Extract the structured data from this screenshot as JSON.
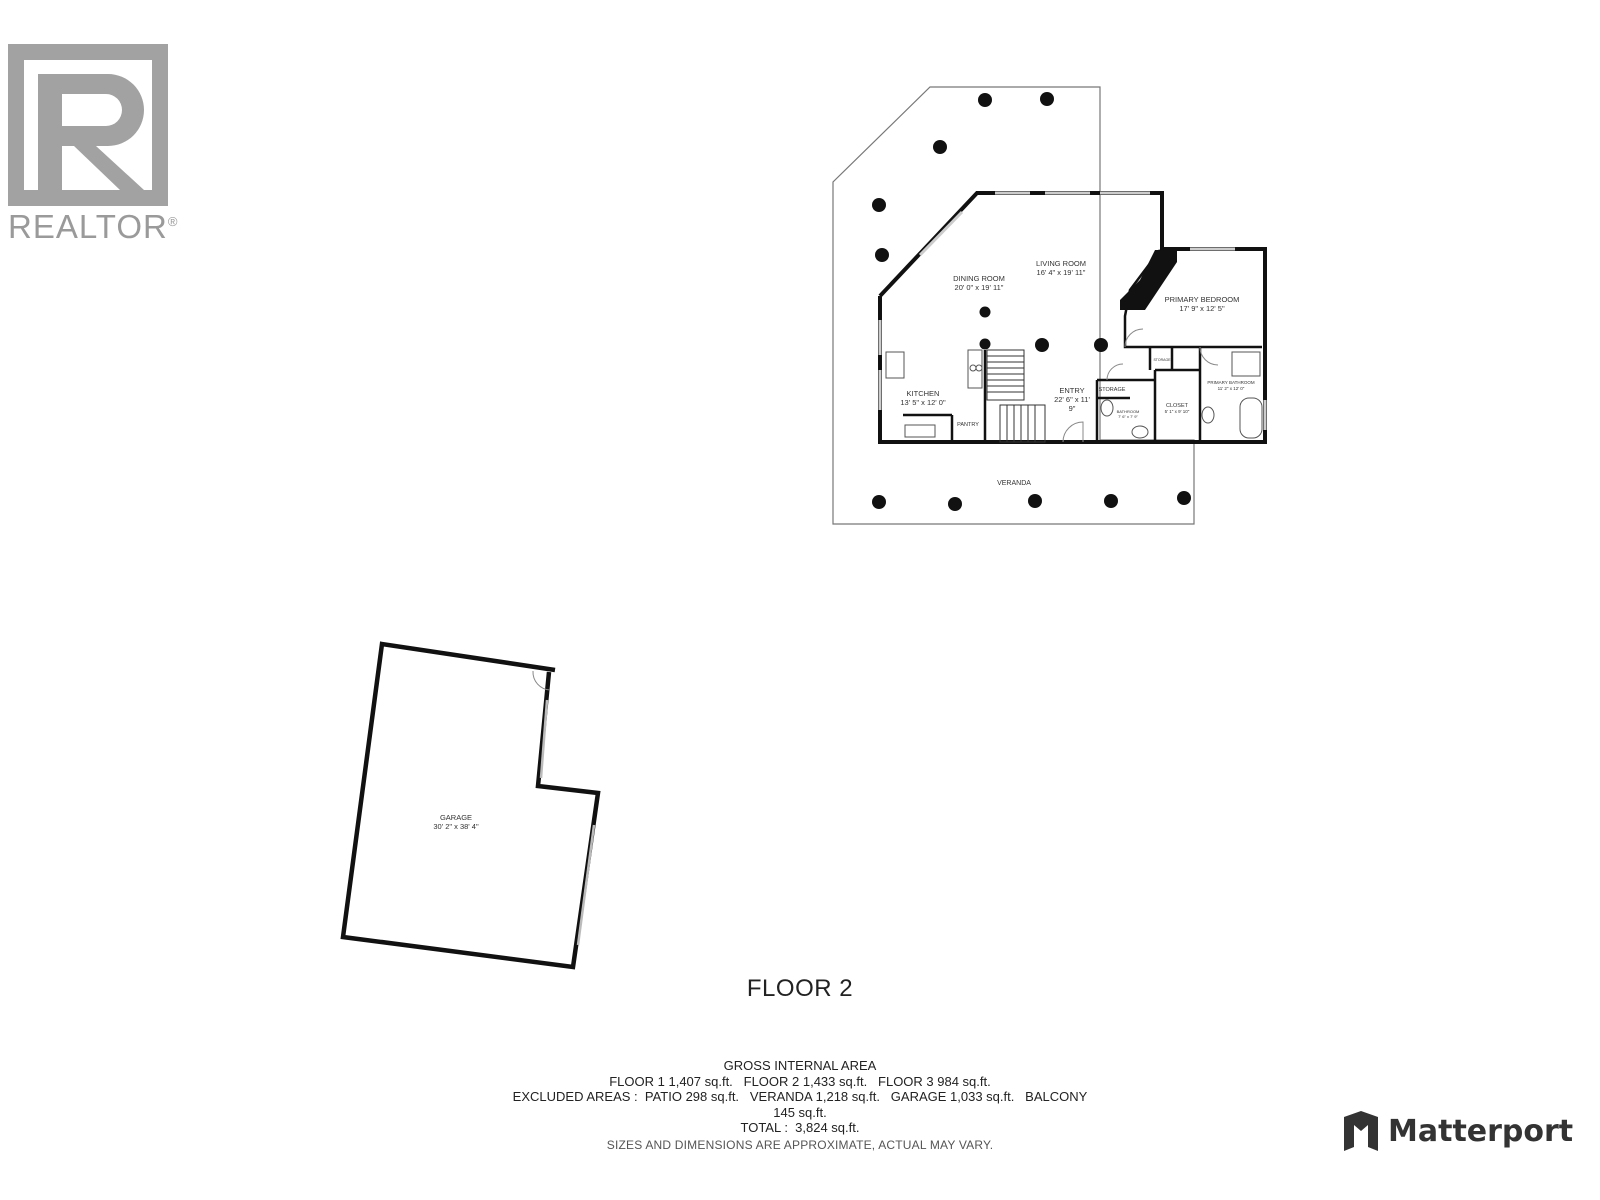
{
  "branding": {
    "realtor_text": "REALTOR",
    "realtor_mark": "®",
    "matterport_text": "Matterport",
    "icons": [
      "realtor-logo-icon",
      "matterport-logo-icon"
    ]
  },
  "floor_title": "FLOOR 2",
  "rooms": {
    "living": {
      "name": "LIVING ROOM",
      "dims": "16' 4\" x 19' 11\""
    },
    "dining": {
      "name": "DINING ROOM",
      "dims": "20' 0\" x 19' 11\""
    },
    "primary_bedroom": {
      "name": "PRIMARY BEDROOM",
      "dims": "17' 9\" x 12' 5\""
    },
    "kitchen": {
      "name": "KITCHEN",
      "dims": "13' 5\" x 12' 0\""
    },
    "entry": {
      "name": "ENTRY",
      "dims": "22' 6\" x 11'",
      "dims2": "9\""
    },
    "pantry": {
      "name": "PANTRY"
    },
    "storage": {
      "name": "STORAGE"
    },
    "storage_small": {
      "name": "STORAGE"
    },
    "bathroom": {
      "name": "BATHROOM",
      "dims": "7' 6\" x 7' 9\""
    },
    "closet": {
      "name": "CLOSET",
      "dims": "5' 1\" x 9' 10\""
    },
    "primary_bathroom": {
      "name": "PRIMARY BATHROOM",
      "dims": "11' 2\" x 12' 0\""
    },
    "veranda": {
      "name": "VERANDA"
    },
    "garage": {
      "name": "GARAGE",
      "dims": "30' 2\" x 38' 4\""
    }
  },
  "area_summary": {
    "heading": "GROSS INTERNAL AREA",
    "floors_line": "FLOOR 1 1,407 sq.ft.   FLOOR 2 1,433 sq.ft.   FLOOR 3 984 sq.ft.",
    "excluded_line": "EXCLUDED AREAS :  PATIO 298 sq.ft.   VERANDA 1,218 sq.ft.   GARAGE 1,033 sq.ft.   BALCONY",
    "excluded_line2": "145 sq.ft.",
    "total_line": "TOTAL :  3,824 sq.ft.",
    "disclaimer": "SIZES AND DIMENSIONS ARE APPROXIMATE, ACTUAL MAY VARY."
  }
}
